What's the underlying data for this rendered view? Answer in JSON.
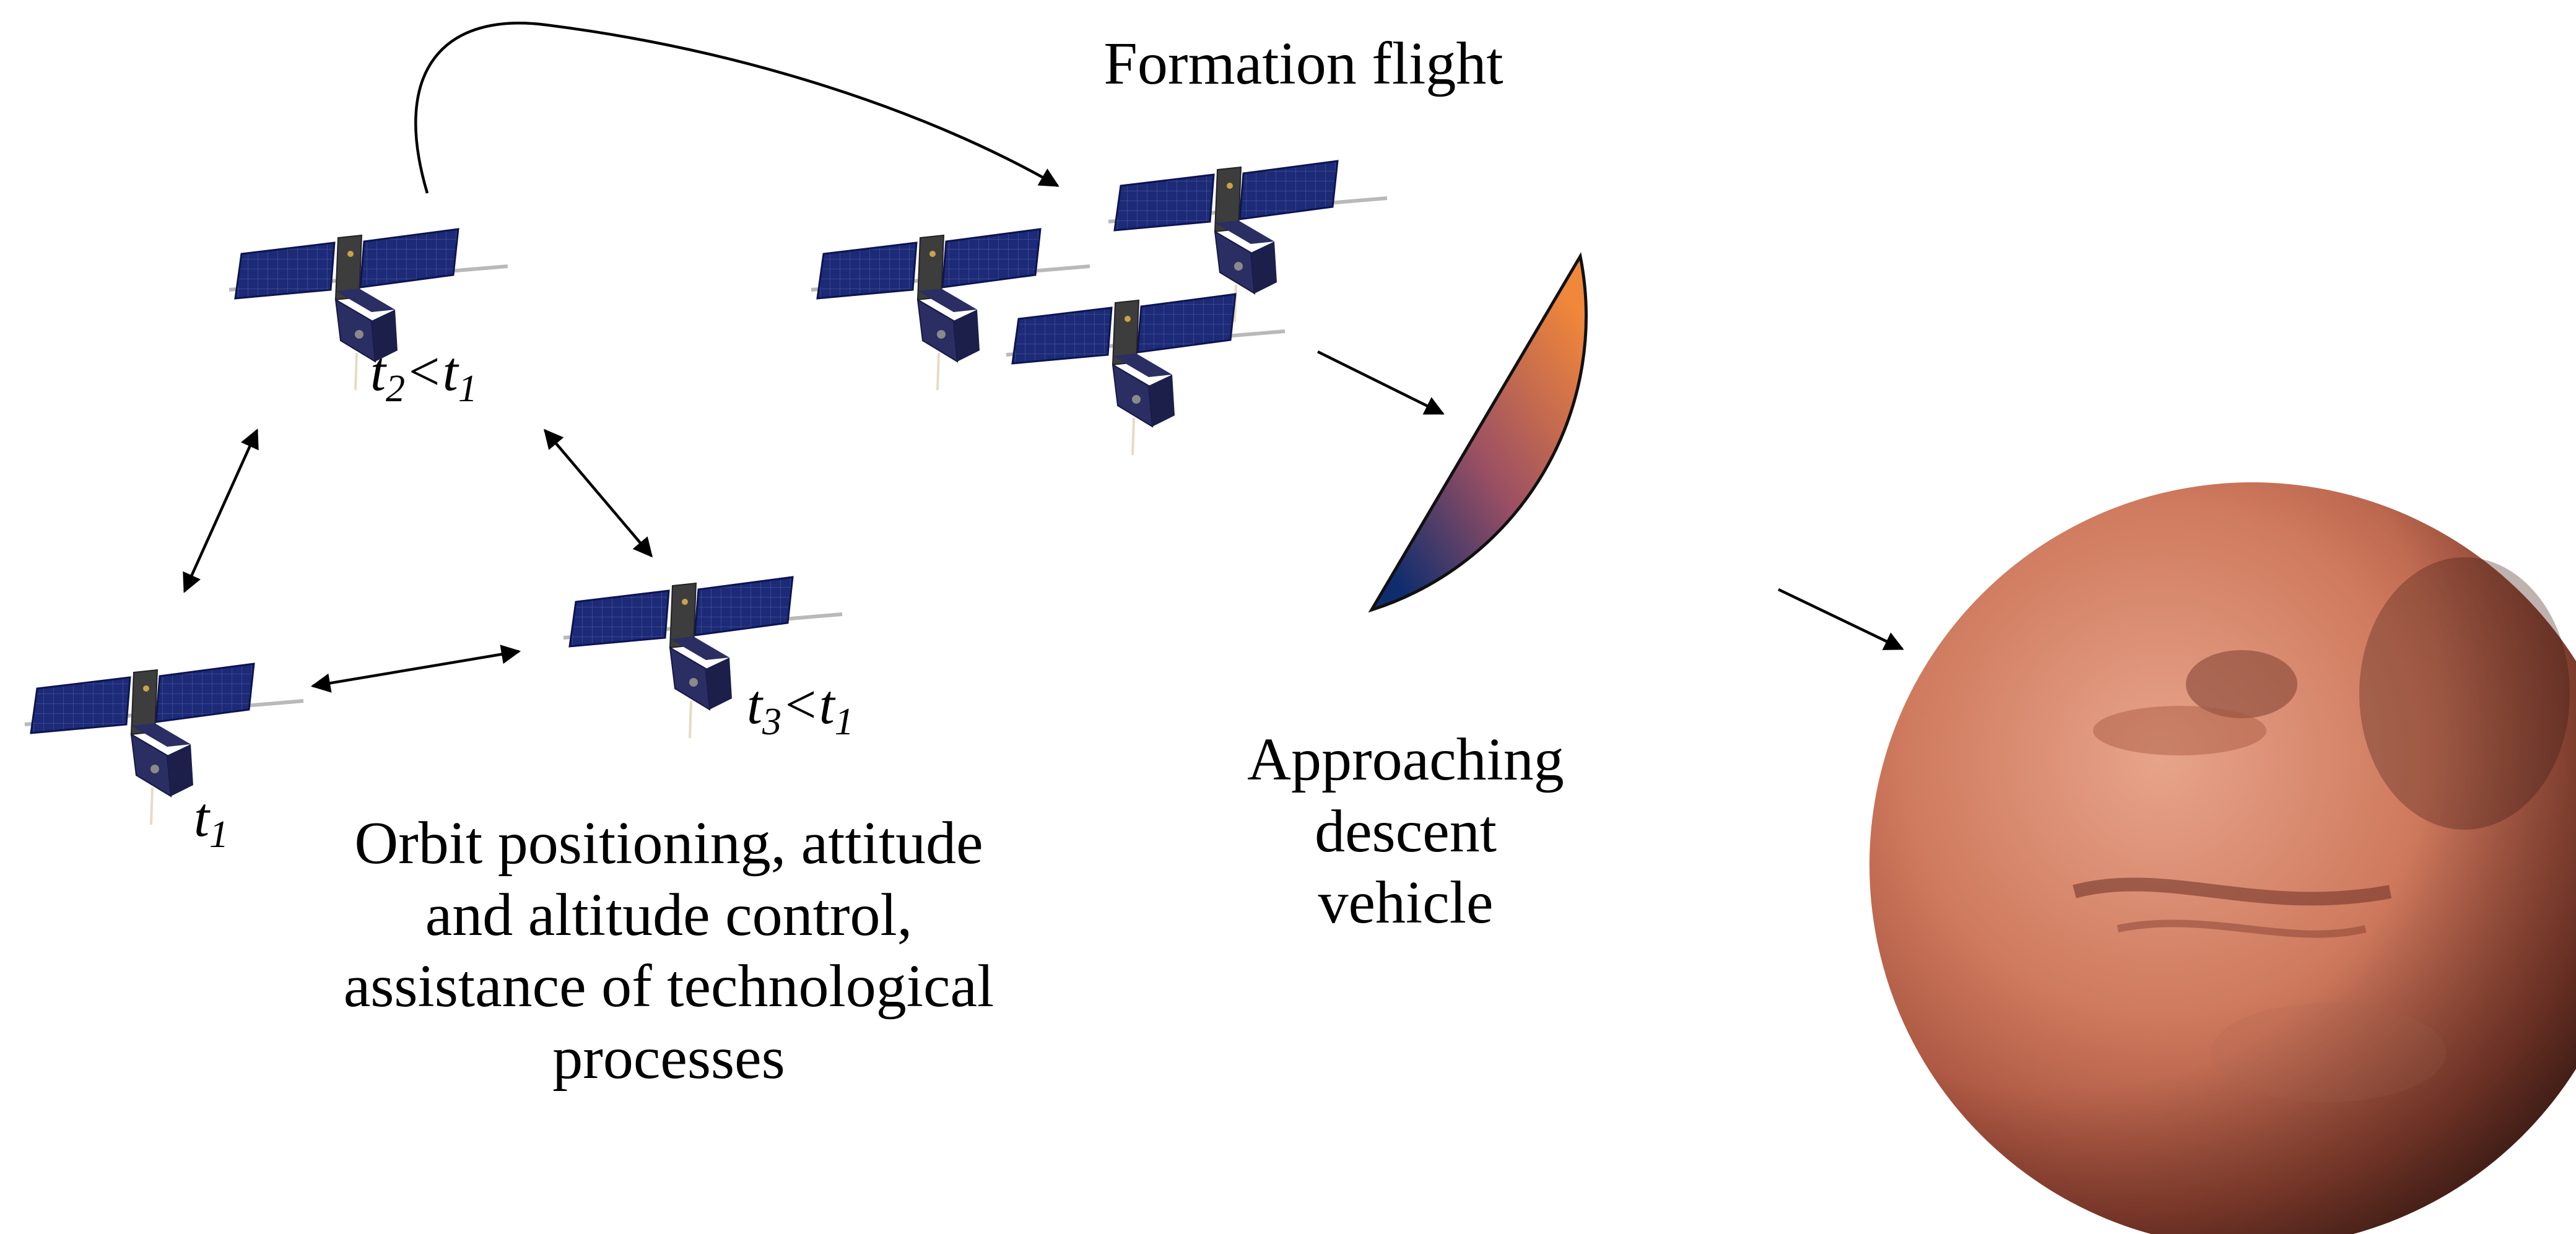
{
  "labels": {
    "formation_flight": "Formation flight",
    "orbit_caption": [
      "Orbit positioning, attitude",
      "and altitude control,",
      "assistance of technological",
      "processes"
    ],
    "descent_caption": [
      "Approaching",
      "descent",
      "vehicle"
    ]
  },
  "time_labels": {
    "t1": {
      "base": "t",
      "sub": "1"
    },
    "t2": {
      "base": "t",
      "sub": "2",
      "rel": "<",
      "base2": "t",
      "sub2": "1"
    },
    "t3": {
      "base": "t",
      "sub": "3",
      "rel": "<",
      "base2": "t",
      "sub2": "1"
    }
  },
  "colors": {
    "solar_panel": "#1c2a78",
    "satellite_body": "#2a2e62",
    "descent_gradient_start": "#0f2d6e",
    "descent_gradient_end": "#f1873a",
    "mars_light": "#d98a6b",
    "mars_dark": "#7a3a2b",
    "arrow": "#000000"
  }
}
